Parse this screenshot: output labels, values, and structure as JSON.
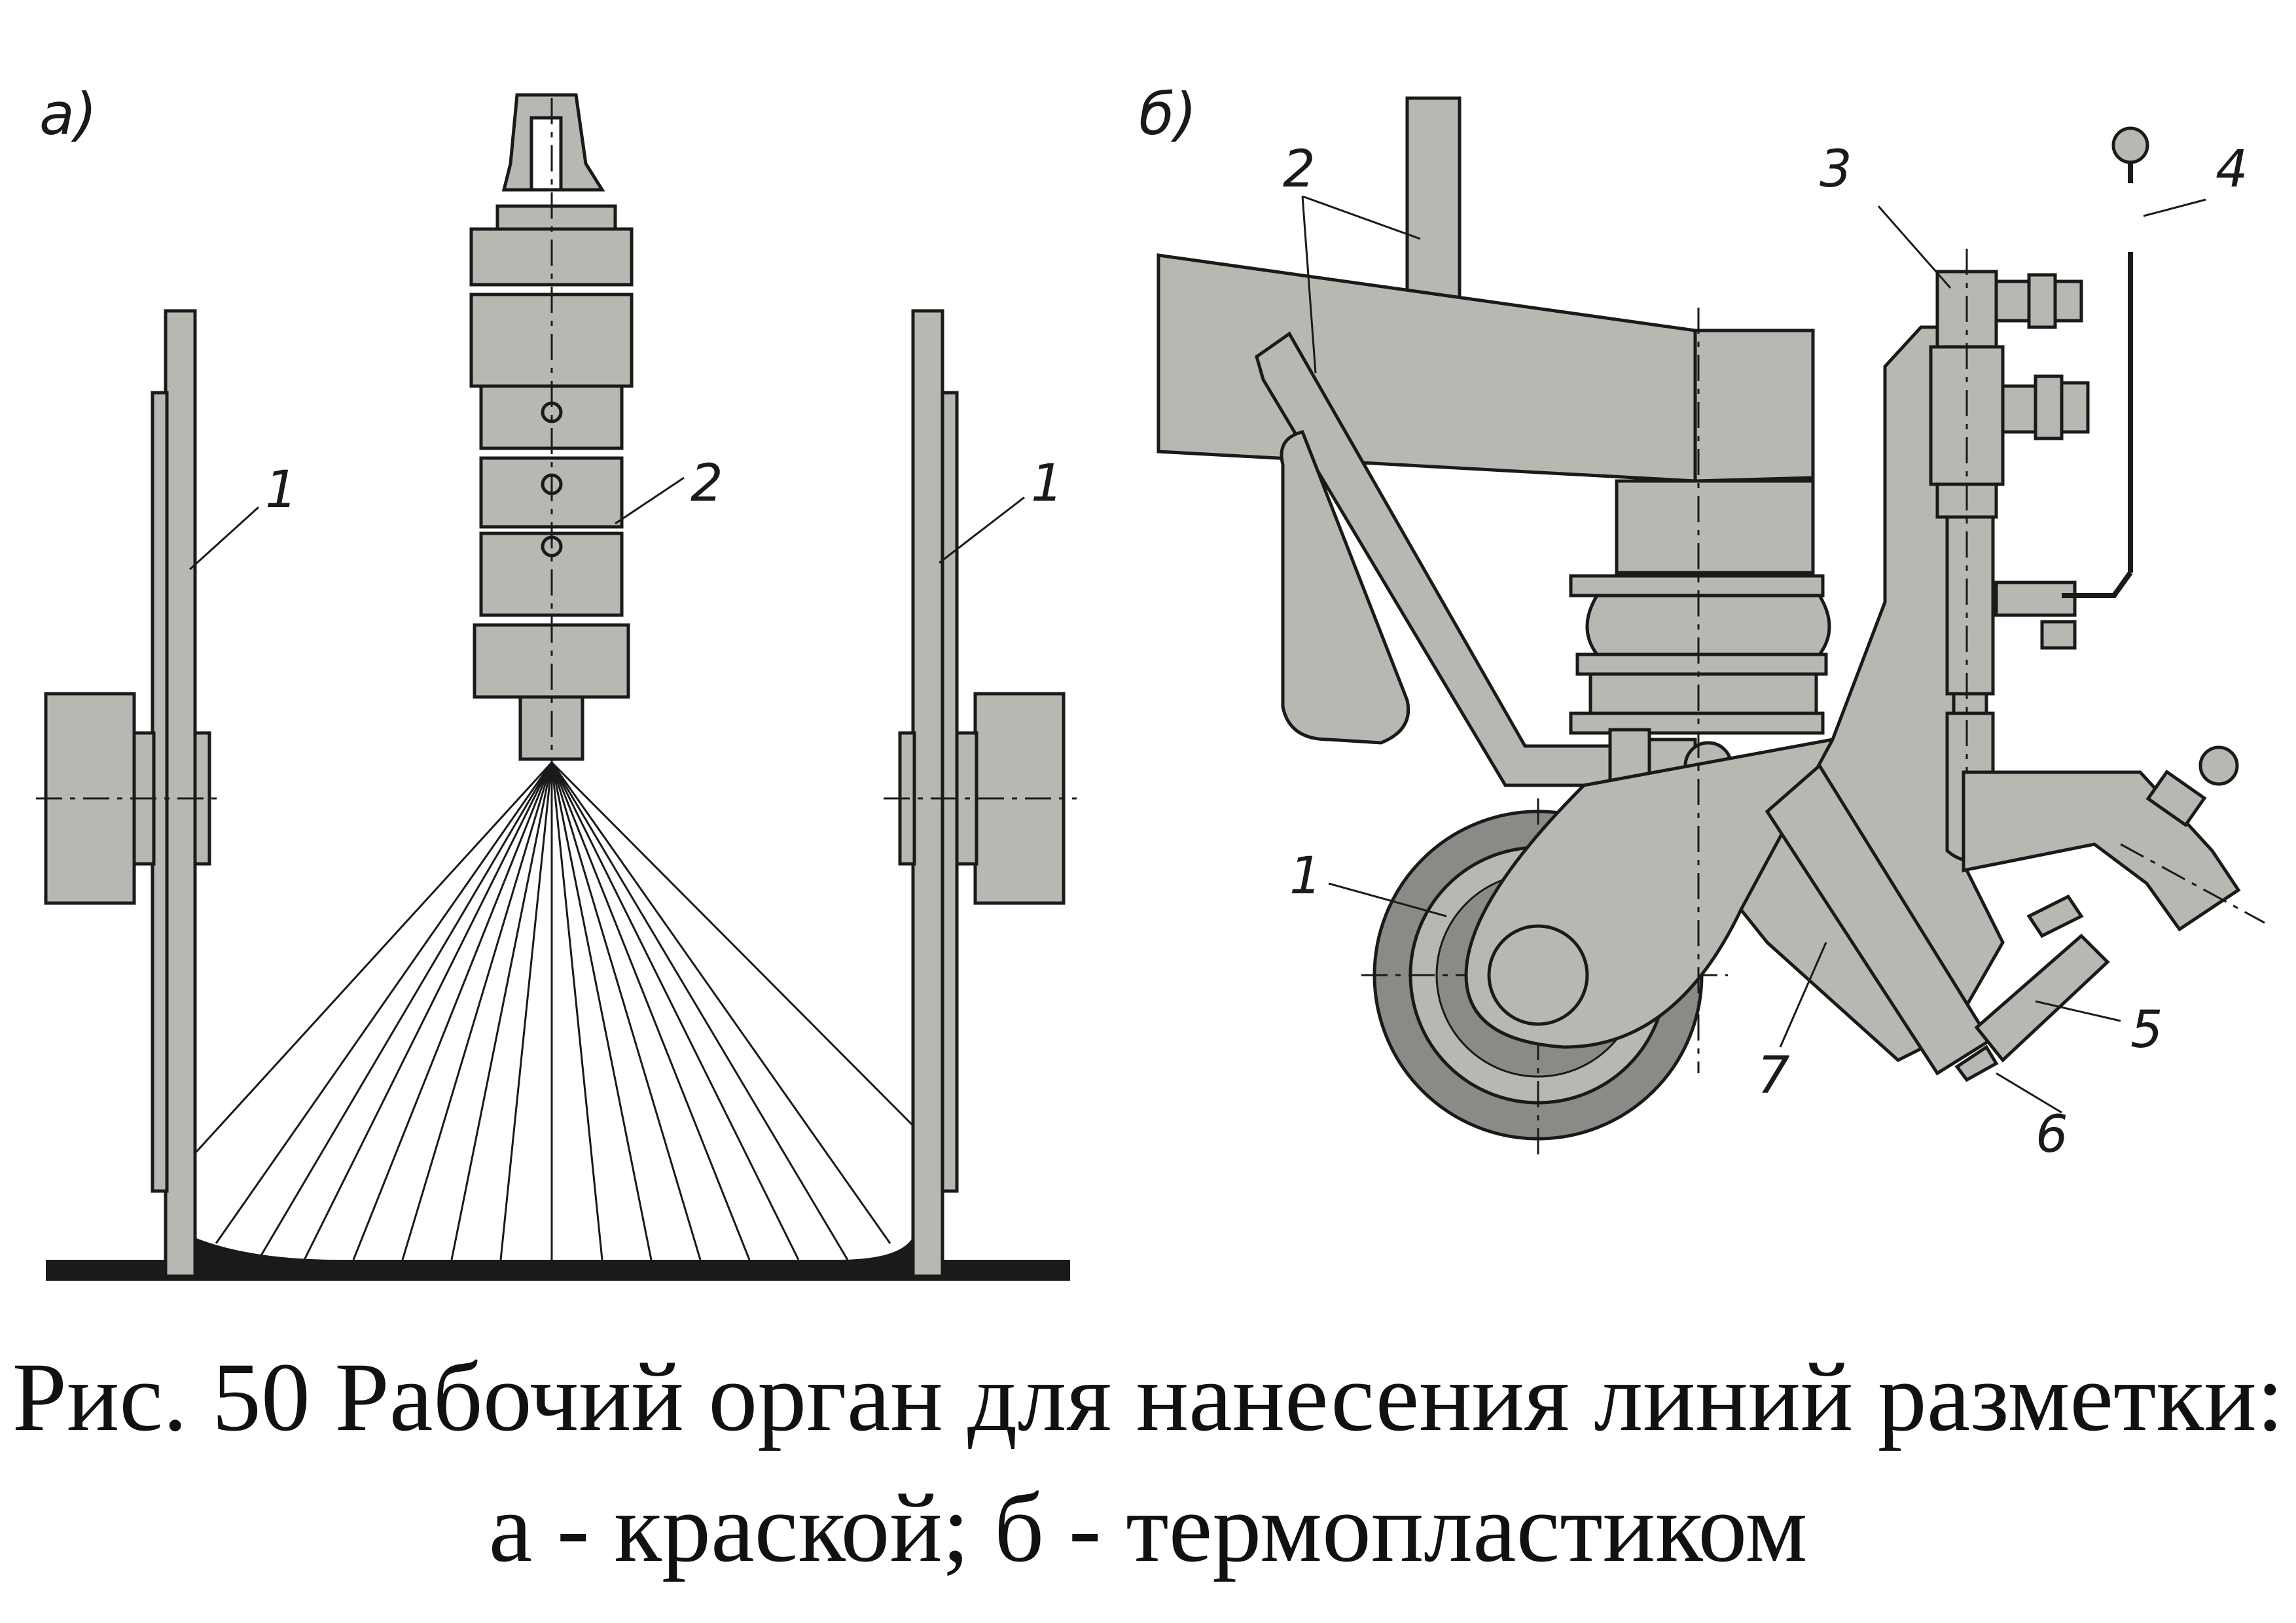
{
  "panels": {
    "a": {
      "label": "а)",
      "callouts": [
        "1",
        "2",
        "1"
      ]
    },
    "b": {
      "label": "б)",
      "callouts": [
        "1",
        "2",
        "3",
        "4",
        "5",
        "6",
        "7"
      ]
    }
  },
  "caption": {
    "line1": "Рис. 50 Рабочий орган для нанесения линий разметки:",
    "line2": "а - краской; б - термопластиком"
  },
  "colors": {
    "part_fill": "#b8b8b3",
    "wheel_tyre": "#8a8a86",
    "line": "#1a1a1a",
    "ground": "#1a1a1a"
  }
}
